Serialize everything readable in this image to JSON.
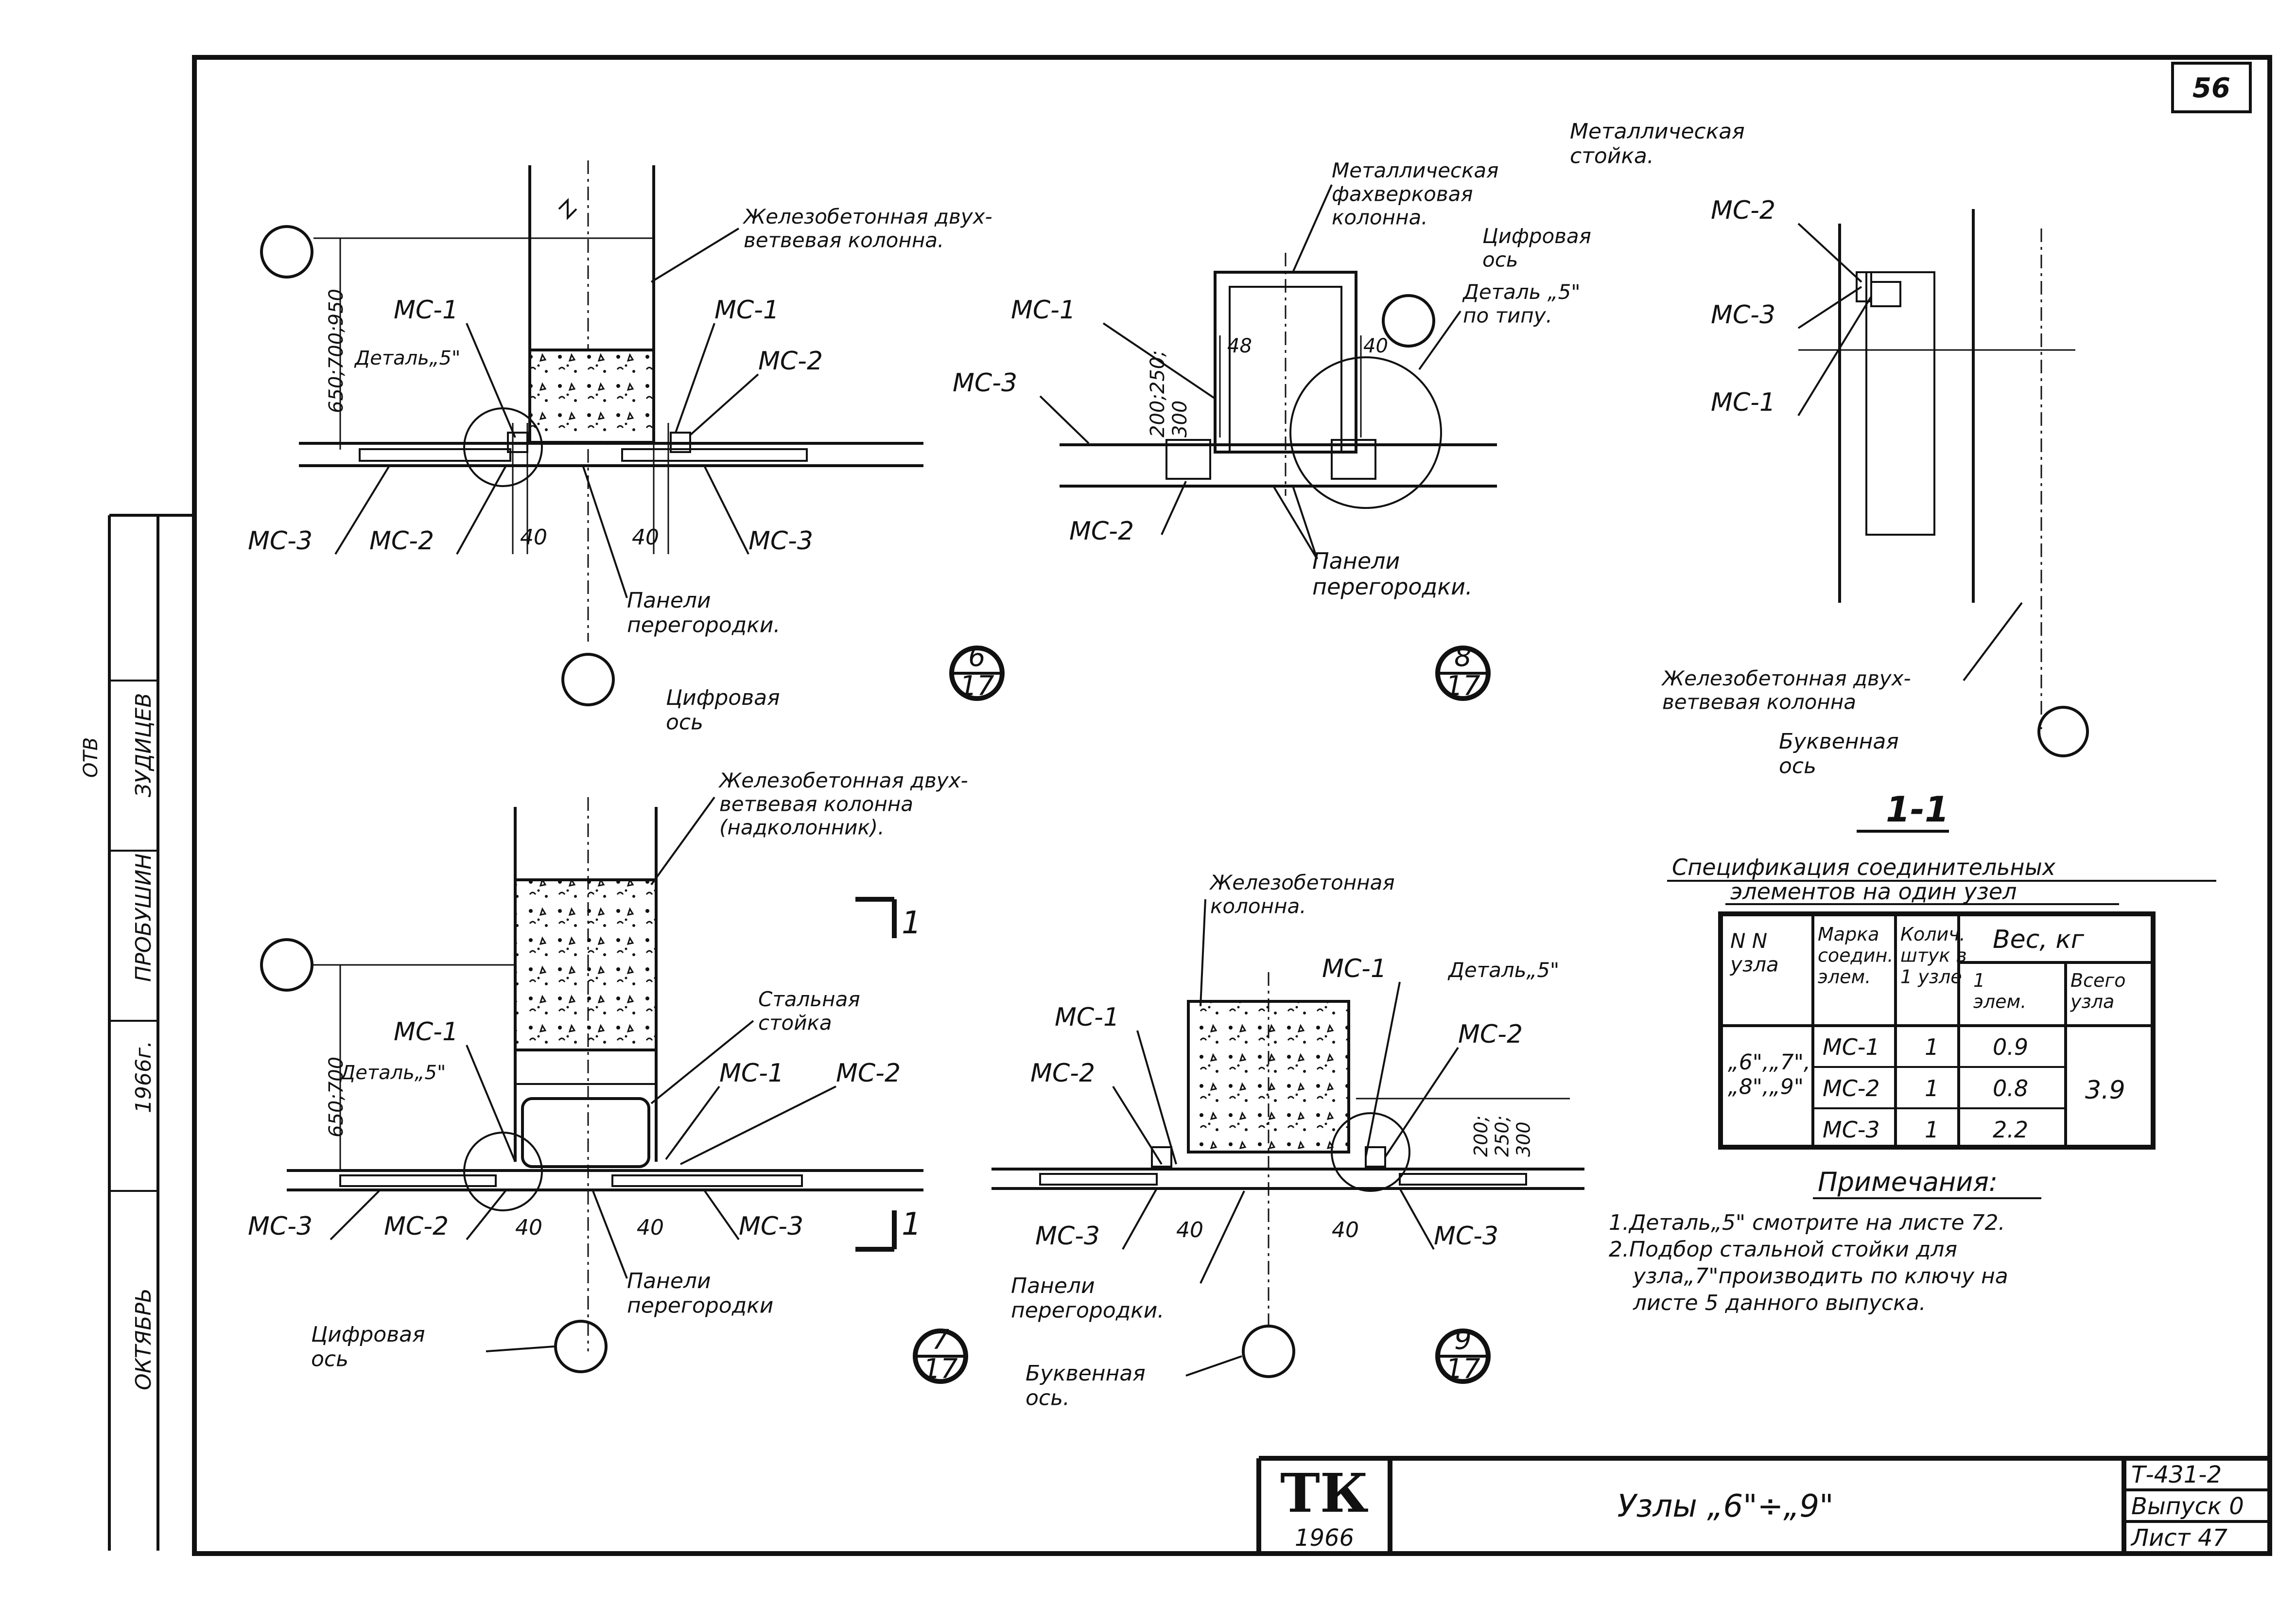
{
  "sheet": {
    "page_number": "56",
    "stamp_logo": "ТК",
    "stamp_year": "1966",
    "title": "Узлы „6\"÷„9\"",
    "code": "Т-431-2",
    "issue": "Выпуск 0",
    "sheet_no": "Лист 47"
  },
  "side_block": {
    "r1": "ОКТЯБРЬ",
    "r2": "1966г.",
    "r3": "ПРОБУШИН",
    "r4": "ЗУДИЦЕВ",
    "r5": "ОТВ"
  },
  "node6": {
    "column": "Железобетонная двух-\nветвевая колонна.",
    "dim_height": "650;700;950",
    "mc1_left": "МС-1",
    "mc1_right": "МС-1",
    "mc2_right": "МС-2",
    "detail": "Деталь„5\"",
    "mc3_left": "МС-3",
    "mc2_left": "МС-2",
    "mc3_right": "МС-3",
    "dim_40a": "40",
    "dim_40b": "40",
    "panels": "Панели\nперегородки.",
    "axis": "Цифровая\nось",
    "mark_top": "6",
    "mark_bottom": "17"
  },
  "node8": {
    "column": "Металлическая\nфахверковая\nколонна.",
    "axis": "Цифровая\nось",
    "detail": "Деталь „5\"\nпо типу.",
    "mc1": "МС-1",
    "mc3": "МС-3",
    "mc2": "МС-2",
    "dim_48": "48",
    "dim_40": "40",
    "dim_h": "200;250;\n300",
    "panels": "Панели\nперегородки.",
    "mark_top": "8",
    "mark_bottom": "17"
  },
  "section11": {
    "post": "Металлическая\nстойка.",
    "mc2": "МС-2",
    "mc3": "МС-3",
    "mc1": "МС-1",
    "column": "Железобетонная двух-\nветвевая колонна",
    "axis": "Буквенная\nось",
    "title": "1-1"
  },
  "node7": {
    "column": "Железобетонная двух-\nветвевая колонна\n(надколонник).",
    "steel": "Стальная\nстойка",
    "dim_height": "650;700",
    "mc1_left": "МС-1",
    "detail": "Деталь„5\"",
    "mc1_right": "МС-1",
    "mc2_right": "МС-2",
    "mc3_left": "МС-3",
    "mc2_left": "МС-2",
    "mc3_right": "МС-3",
    "dim_40a": "40",
    "dim_40b": "40",
    "panels": "Панели\nперегородки",
    "axis": "Цифровая\nось",
    "section_mark": "1",
    "mark_top": "7",
    "mark_bottom": "17"
  },
  "node9": {
    "column": "Железобетонная\nколонна.",
    "mc1_left": "МС-1",
    "mc2_left": "МС-2",
    "mc1_right": "МС-1",
    "detail": "Деталь„5\"",
    "mc2_right": "МС-2",
    "dim_h": "200;\n250;\n300",
    "mc3_left": "МС-3",
    "mc3_right": "МС-3",
    "dim_40a": "40",
    "dim_40b": "40",
    "panels": "Панели\nперегородки.",
    "axis": "Буквенная\nось.",
    "mark_top": "9",
    "mark_bottom": "17"
  },
  "spec": {
    "title_line1": "Спецификация соединительных",
    "title_line2": "элементов на один узел",
    "h_node": "N N\nузла",
    "h_mark": "Марка\nсоедин.\nэлем.",
    "h_qty": "Колич.\nштук в\n1 узле",
    "h_weight": "Вес, кг",
    "h_w1": "1\nэлем.",
    "h_wall": "Всего\nузла",
    "node_list": "„6\",„7\",\n„8\",„9\"",
    "rows": [
      {
        "mark": "МС-1",
        "qty": "1",
        "w": "0.9"
      },
      {
        "mark": "МС-2",
        "qty": "1",
        "w": "0.8"
      },
      {
        "mark": "МС-3",
        "qty": "1",
        "w": "2.2"
      }
    ],
    "total": "3.9"
  },
  "notes": {
    "title": "Примечания:",
    "n1": "1.Деталь„5\" смотрите на листе 72.",
    "n2": "2.Подбор   стальной  стойки для",
    "n3": "узла„7\"производить по ключу на",
    "n4": "листе  5 данного выпуска."
  }
}
